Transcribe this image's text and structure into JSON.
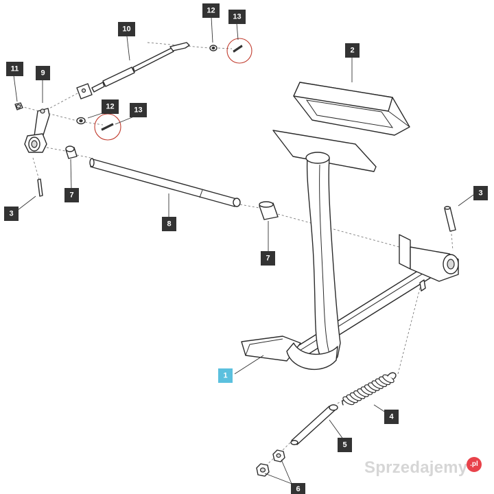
{
  "diagram": {
    "colors": {
      "tag_default": "#333333",
      "tag_highlight": "#5bc0de",
      "highlight_circle": "#c0392b"
    },
    "callouts": [
      {
        "id": "callout-1",
        "label": "1",
        "highlight": true
      },
      {
        "id": "callout-2",
        "label": "2"
      },
      {
        "id": "callout-3-left",
        "label": "3"
      },
      {
        "id": "callout-3-right",
        "label": "3"
      },
      {
        "id": "callout-4",
        "label": "4"
      },
      {
        "id": "callout-5",
        "label": "5"
      },
      {
        "id": "callout-6",
        "label": "6"
      },
      {
        "id": "callout-7-left",
        "label": "7"
      },
      {
        "id": "callout-7-mid",
        "label": "7"
      },
      {
        "id": "callout-8",
        "label": "8"
      },
      {
        "id": "callout-9",
        "label": "9"
      },
      {
        "id": "callout-10",
        "label": "10"
      },
      {
        "id": "callout-11",
        "label": "11"
      },
      {
        "id": "callout-12-top",
        "label": "12"
      },
      {
        "id": "callout-12-mid",
        "label": "12"
      },
      {
        "id": "callout-13-top",
        "label": "13"
      },
      {
        "id": "callout-13-mid",
        "label": "13"
      }
    ]
  },
  "watermark": {
    "text": "Sprzedajemy",
    "badge": ".pl"
  }
}
